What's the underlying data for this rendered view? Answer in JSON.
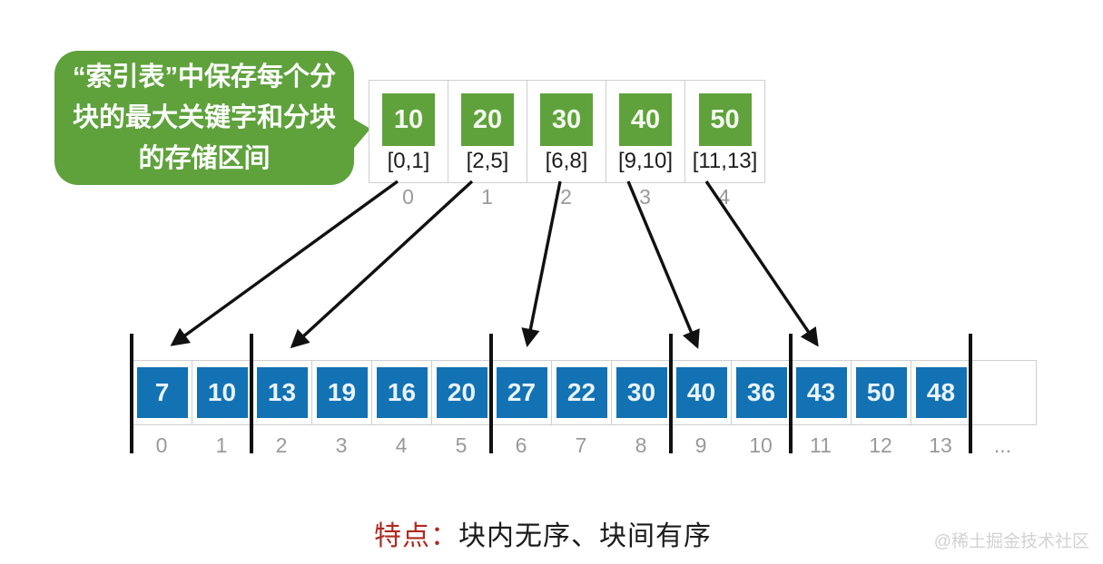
{
  "colors": {
    "green": "#5fa23c",
    "blue": "#1272b3",
    "border_gray": "#cfcfcf",
    "index_gray": "#9a9a9a",
    "caption_red": "#ad2a21",
    "text_dark": "#1b1b1b",
    "watermark_gray": "#d2d2d2",
    "arrow_black": "#111111"
  },
  "bubble": {
    "lines": [
      "“索引表”中保存每个分",
      "块的最大关键字和分块",
      "的存储区间"
    ]
  },
  "index_table": {
    "entries": [
      {
        "key": "10",
        "range": "[0,1]",
        "index": "0"
      },
      {
        "key": "20",
        "range": "[2,5]",
        "index": "1"
      },
      {
        "key": "30",
        "range": "[6,8]",
        "index": "2"
      },
      {
        "key": "40",
        "range": "[9,10]",
        "index": "3"
      },
      {
        "key": "50",
        "range": "[11,13]",
        "index": "4"
      }
    ]
  },
  "main_array": {
    "values": [
      "7",
      "10",
      "13",
      "19",
      "16",
      "20",
      "27",
      "22",
      "30",
      "40",
      "36",
      "43",
      "50",
      "48"
    ],
    "indices": [
      "0",
      "1",
      "2",
      "3",
      "4",
      "5",
      "6",
      "7",
      "8",
      "9",
      "10",
      "11",
      "12",
      "13"
    ],
    "ellipsis": "...",
    "block_boundaries": [
      0,
      2,
      6,
      9,
      11,
      14
    ]
  },
  "arrows": [
    {
      "from_index_entry": 0,
      "to_array_index": 0
    },
    {
      "from_index_entry": 1,
      "to_array_index": 2
    },
    {
      "from_index_entry": 2,
      "to_array_index": 6
    },
    {
      "from_index_entry": 3,
      "to_array_index": 9
    },
    {
      "from_index_entry": 4,
      "to_array_index": 11
    }
  ],
  "caption": {
    "label": "特点：",
    "text": "块内无序、块间有序"
  },
  "watermark": "@稀土掘金技术社区"
}
